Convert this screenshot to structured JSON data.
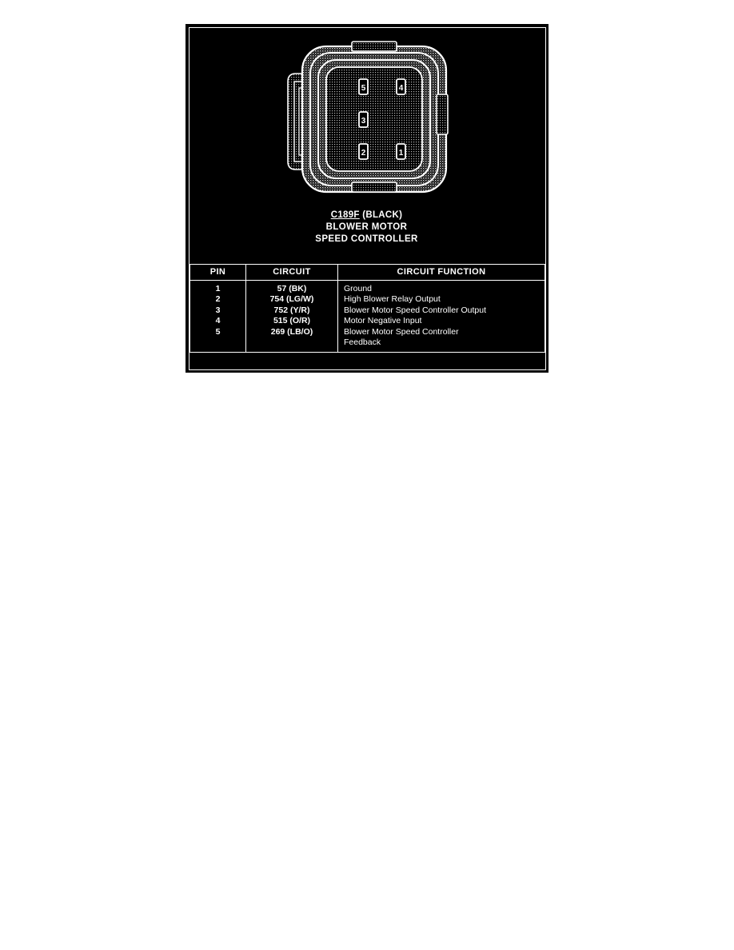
{
  "figure": {
    "connector": {
      "id": "C189F",
      "color": "(BLACK)",
      "name_line_1": "BLOWER MOTOR",
      "name_line_2": "SPEED CONTROLLER",
      "cavity_count": 5,
      "pin_markers": [
        "1",
        "2",
        "3",
        "4",
        "5"
      ],
      "colors": {
        "panel_background": "#000000",
        "line": "#ffffff",
        "body_fill": "#8a8a8a"
      }
    },
    "table": {
      "headers": [
        "PIN",
        "CIRCUIT",
        "CIRCUIT FUNCTION"
      ],
      "rows": [
        {
          "pin": "1",
          "circuit": "57 (BK)",
          "function_line_1": "Ground",
          "function_line_2": ""
        },
        {
          "pin": "2",
          "circuit": "754 (LG/W)",
          "function_line_1": "High Blower Relay Output",
          "function_line_2": ""
        },
        {
          "pin": "3",
          "circuit": "752 (Y/R)",
          "function_line_1": "Blower Motor Speed Controller Output",
          "function_line_2": ""
        },
        {
          "pin": "4",
          "circuit": "515 (O/R)",
          "function_line_1": "Motor Negative Input",
          "function_line_2": ""
        },
        {
          "pin": "5",
          "circuit": "269 (LB/O)",
          "function_line_1": "Blower Motor Speed Controller",
          "function_line_2": "Feedback"
        }
      ]
    }
  }
}
